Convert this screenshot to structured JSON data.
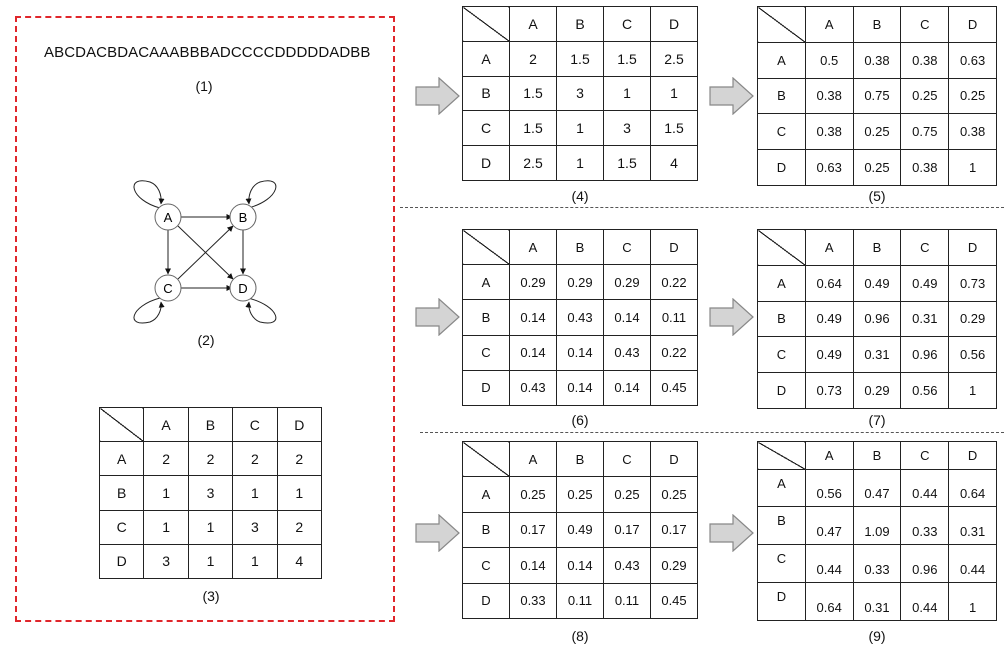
{
  "sequence": "ABCDACBDACAAABBBADCCCCDDDDDADBB",
  "labels": [
    "(1)",
    "(2)",
    "(3)",
    "(4)",
    "(5)",
    "(6)",
    "(7)",
    "(8)",
    "(9)"
  ],
  "nodes": [
    "A",
    "B",
    "C",
    "D"
  ],
  "matrix_headers": [
    "A",
    "B",
    "C",
    "D"
  ],
  "matrices": {
    "m3": [
      [
        "2",
        "2",
        "2",
        "2"
      ],
      [
        "1",
        "3",
        "1",
        "1"
      ],
      [
        "1",
        "1",
        "3",
        "2"
      ],
      [
        "3",
        "1",
        "1",
        "4"
      ]
    ],
    "m4": [
      [
        "2",
        "1.5",
        "1.5",
        "2.5"
      ],
      [
        "1.5",
        "3",
        "1",
        "1"
      ],
      [
        "1.5",
        "1",
        "3",
        "1.5"
      ],
      [
        "2.5",
        "1",
        "1.5",
        "4"
      ]
    ],
    "m5": [
      [
        "0.5",
        "0.38",
        "0.38",
        "0.63"
      ],
      [
        "0.38",
        "0.75",
        "0.25",
        "0.25"
      ],
      [
        "0.38",
        "0.25",
        "0.75",
        "0.38"
      ],
      [
        "0.63",
        "0.25",
        "0.38",
        "1"
      ]
    ],
    "m6": [
      [
        "0.29",
        "0.29",
        "0.29",
        "0.22"
      ],
      [
        "0.14",
        "0.43",
        "0.14",
        "0.11"
      ],
      [
        "0.14",
        "0.14",
        "0.43",
        "0.22"
      ],
      [
        "0.43",
        "0.14",
        "0.14",
        "0.45"
      ]
    ],
    "m7": [
      [
        "0.64",
        "0.49",
        "0.49",
        "0.73"
      ],
      [
        "0.49",
        "0.96",
        "0.31",
        "0.29"
      ],
      [
        "0.49",
        "0.31",
        "0.96",
        "0.56"
      ],
      [
        "0.73",
        "0.29",
        "0.56",
        "1"
      ]
    ],
    "m8": [
      [
        "0.25",
        "0.25",
        "0.25",
        "0.25"
      ],
      [
        "0.17",
        "0.49",
        "0.17",
        "0.17"
      ],
      [
        "0.14",
        "0.14",
        "0.43",
        "0.29"
      ],
      [
        "0.33",
        "0.11",
        "0.11",
        "0.45"
      ]
    ],
    "m9": [
      [
        "0.56",
        "0.47",
        "0.44",
        "0.64"
      ],
      [
        "0.47",
        "1.09",
        "0.33",
        "0.31"
      ],
      [
        "0.44",
        "0.33",
        "0.96",
        "0.44"
      ],
      [
        "0.64",
        "0.31",
        "0.44",
        "1"
      ]
    ]
  },
  "colors": {
    "panel_border": "#e0262b",
    "arrow_fill": "#d4d4d4",
    "arrow_stroke": "#888888"
  }
}
